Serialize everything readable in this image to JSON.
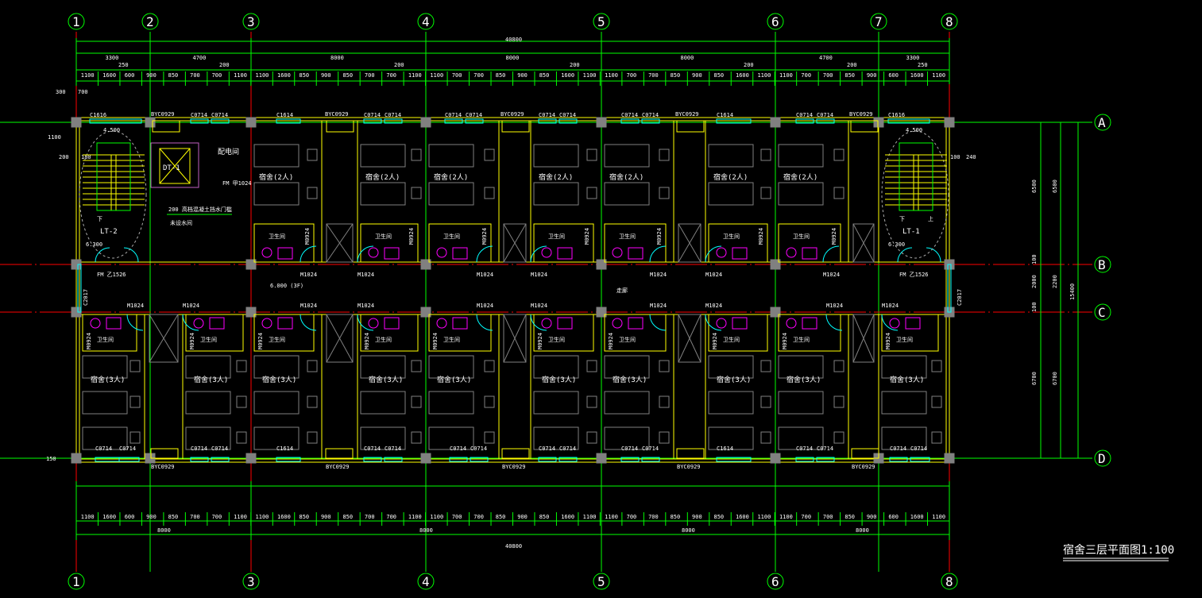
{
  "axes": {
    "columns": [
      "1",
      "2",
      "3",
      "4",
      "5",
      "6",
      "7",
      "8"
    ],
    "bottom_columns": [
      "1",
      "3",
      "4",
      "5",
      "6",
      "8"
    ],
    "rows": [
      "A",
      "B",
      "C",
      "D"
    ]
  },
  "dims": {
    "overall": "40800",
    "top_segments": [
      "3300",
      "4700",
      "8000",
      "8000",
      "8000",
      "4700",
      "3300"
    ],
    "top_offsets": [
      "250",
      "200",
      "200",
      "200",
      "200",
      "200",
      "250"
    ],
    "top_detail": [
      "1100",
      "1600",
      "600",
      "900",
      "850",
      "700",
      "700",
      "1100",
      "1100",
      "1600",
      "850",
      "900",
      "850",
      "700",
      "700",
      "1100",
      "1100",
      "700",
      "700",
      "850",
      "900",
      "850",
      "1600",
      "1100",
      "1100",
      "700",
      "700",
      "850",
      "900",
      "850",
      "1600",
      "1100",
      "1100",
      "700",
      "700",
      "850",
      "900",
      "600",
      "1600",
      "1100"
    ],
    "bottom_segments": [
      "8000",
      "8000",
      "8000",
      "8000"
    ],
    "right_inner": [
      "6500",
      "100",
      "2000",
      "100",
      "6700"
    ],
    "right_mid": [
      "6500",
      "2200",
      "6700"
    ],
    "right_total": "15400",
    "side_small": [
      "300",
      "1100",
      "200",
      "180",
      "100",
      "240",
      "150",
      "700"
    ]
  },
  "rooms": {
    "dorm2": "宿舍(2人)",
    "dorm3": "宿舍(3人)",
    "wc": "卫生间",
    "power_room": "配电间",
    "corridor": "走廊",
    "stair_left": "LT-2",
    "stair_right": "LT-1",
    "elevator": "DT-1",
    "down": "下",
    "up": "上"
  },
  "openings": {
    "c1616": "C1616",
    "c0714": "C0714",
    "c1614": "C1614",
    "byc0929": "BYC0929",
    "c2017": "C2017",
    "m1024": "M1024",
    "m0924": "M0924",
    "fm_a1024": "FM 甲1024",
    "fm_b1526": "FM 乙1526"
  },
  "elevations": {
    "stair_top": "4.500",
    "stair_bottom": "6.300",
    "corridor": "6.000  (3F)"
  },
  "notes": {
    "threshold": "200  高档混凝土挡水门槛",
    "note2": "未设水间"
  },
  "title": "宿舍三层平面图1:100",
  "colors": {
    "wall": "#ffff00",
    "axis": "#ff0000",
    "dim": "#00ff00",
    "window": "#00ffff",
    "furniture": "#808080",
    "fixture": "#ff00ff"
  }
}
